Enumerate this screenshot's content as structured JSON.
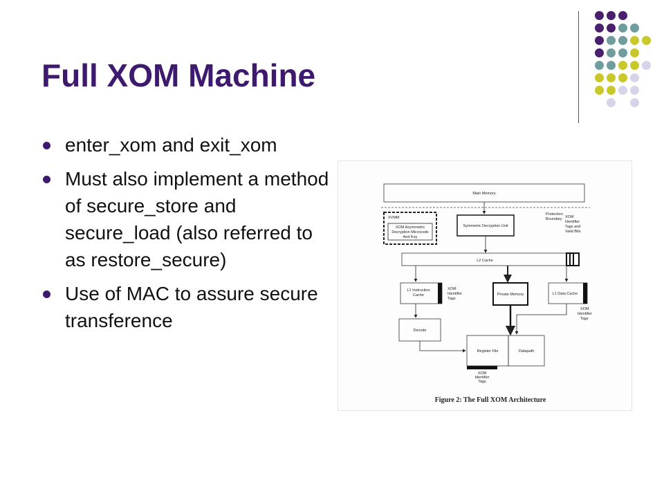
{
  "slide": {
    "title": "Full XOM Machine",
    "bullets": [
      "enter_xom and exit_xom",
      "Must also implement a method of secure_store and secure_load (also referred to as restore_secure)",
      "Use of MAC to assure secure transference"
    ]
  },
  "colors": {
    "title": "#3d1a6e",
    "dot_purple": "#4a1f6e",
    "dot_teal": "#6f9c9c",
    "dot_yellow": "#c9c82a",
    "dot_lavender": "#d6d4e8"
  },
  "figure": {
    "main_memory": "Main Memory",
    "protection_boundary_1": "Protection",
    "protection_boundary_2": "Boundary",
    "xvmm": "XVMM",
    "xvmm_inner_1": "XOM Asymmetric",
    "xvmm_inner_2": "Decryption Microcode",
    "xvmm_inner_3": "And Key",
    "symmetric_unit": "Symmetric Decryption Unit",
    "l2_tags_1": "XOM",
    "l2_tags_2": "Identifier",
    "l2_tags_3": "Tags and",
    "l2_tags_4": "Valid Bits",
    "l2_cache": "L2 Cache",
    "l1_instruction_1": "L1 Instruction",
    "l1_instruction_2": "Cache",
    "l1i_tags_1": "XOM",
    "l1i_tags_2": "Identifier",
    "l1i_tags_3": "Tags",
    "private_memory": "Private Memory",
    "l1_data": "L1 Data Cache",
    "l1d_tags_1": "XOM",
    "l1d_tags_2": "Identifier",
    "l1d_tags_3": "Tags",
    "decode": "Decode",
    "register_file": "Register File",
    "datapath": "Datapath",
    "rf_tags_1": "XOM",
    "rf_tags_2": "Identifier",
    "rf_tags_3": "Tags",
    "caption": "Figure 2: The Full XOM Architecture"
  }
}
